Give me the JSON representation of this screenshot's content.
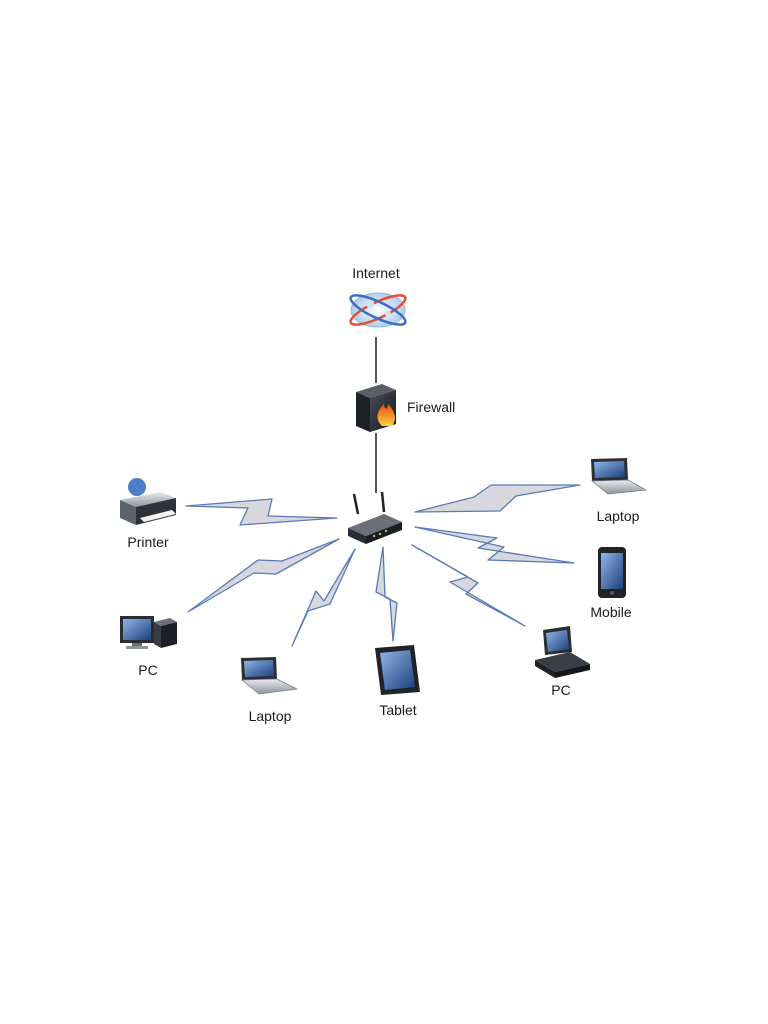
{
  "diagram": {
    "nodes": {
      "internet": "Internet",
      "firewall": "Firewall",
      "printer": "Printer",
      "laptop_right": "Laptop",
      "mobile": "Mobile",
      "pc_left": "PC",
      "laptop_bottom": "Laptop",
      "tablet": "Tablet",
      "pc_right": "PC"
    },
    "links": [
      {
        "from": "internet",
        "to": "firewall",
        "kind": "wired"
      },
      {
        "from": "firewall",
        "to": "router",
        "kind": "wired"
      },
      {
        "from": "router",
        "to": "printer",
        "kind": "wireless"
      },
      {
        "from": "router",
        "to": "laptop_right",
        "kind": "wireless"
      },
      {
        "from": "router",
        "to": "mobile",
        "kind": "wireless"
      },
      {
        "from": "router",
        "to": "pc_right",
        "kind": "wireless"
      },
      {
        "from": "router",
        "to": "tablet",
        "kind": "wireless"
      },
      {
        "from": "router",
        "to": "laptop_bottom",
        "kind": "wireless"
      },
      {
        "from": "router",
        "to": "pc_left",
        "kind": "wireless"
      }
    ],
    "colors": {
      "bolt_fill": "#d6d8de",
      "bolt_stroke": "#5b79b8",
      "wire": "#2b2b2b",
      "flame": "#f08a1c"
    }
  }
}
